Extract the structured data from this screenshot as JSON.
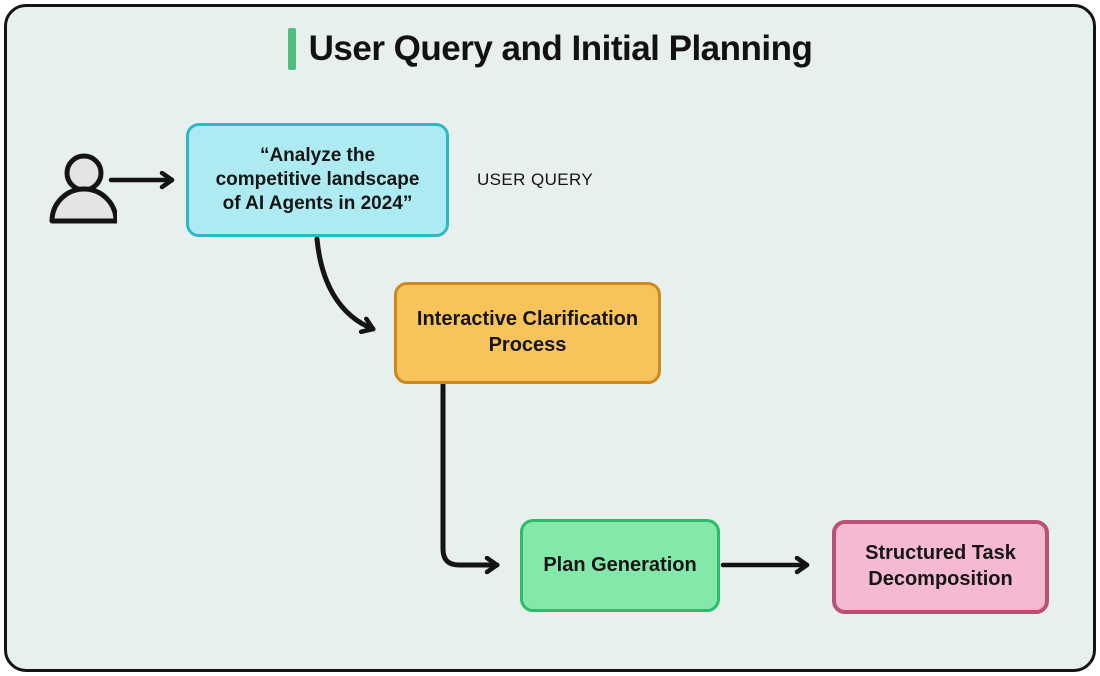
{
  "header": {
    "title": "User Query and Initial Planning",
    "accent_color": "#4fbe7e"
  },
  "diagram": {
    "actor": {
      "icon": "person-icon"
    },
    "labels": {
      "user_query": "USER QUERY"
    },
    "nodes": {
      "query": {
        "text": "“Analyze the competitive landscape of AI Agents in 2024”",
        "fill": "#aeeaf1",
        "border": "#2fb7c5"
      },
      "clarification": {
        "text": "Interactive Clarification Process",
        "fill": "#f8c35b",
        "border": "#ca8a20"
      },
      "plan": {
        "text": "Plan Generation",
        "fill": "#83e8a9",
        "border": "#2abd68"
      },
      "decomposition": {
        "text": "Structured Task Decomposition",
        "fill": "#f5bad2",
        "border": "#bb5076"
      }
    },
    "connector_color": "#141414"
  }
}
